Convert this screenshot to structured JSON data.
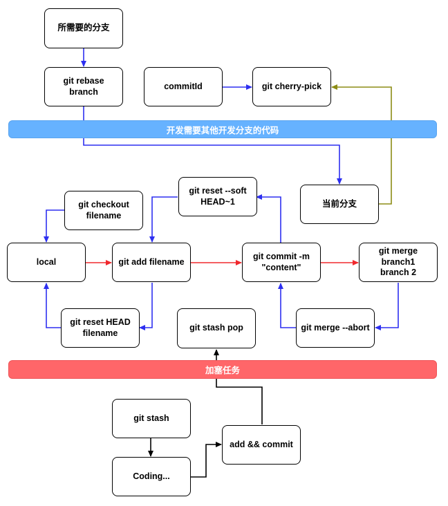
{
  "nodes": {
    "needed_branch": "所需要的分支",
    "rebase": "git rebase branch",
    "commit_id": "commitId",
    "cherry_pick": "git cherry-pick",
    "current_branch": "当前分支",
    "reset_soft": "git reset --soft\nHEAD~1",
    "checkout": "git checkout\nfilename",
    "local": "local",
    "add": "git add filename",
    "commit": "git commit -m\n\"content\"",
    "merge": "git merge branch1\nbranch 2",
    "reset_head": "git reset HEAD\nfilename",
    "stash_pop": "git stash pop",
    "merge_abort": "git merge --abort",
    "stash": "git stash",
    "add_commit": "add && commit",
    "coding": "Coding..."
  },
  "bands": {
    "other_branch_code": "开发需要其他开发分支的代码",
    "urgent_task": "加塞任务"
  },
  "colors": {
    "blue_arrow": "#2d2ff0",
    "red_arrow": "#f0282d",
    "olive_arrow": "#8c8c14",
    "black_arrow": "#000000",
    "blue_band": "#66b2ff",
    "red_band": "#ff6669"
  }
}
